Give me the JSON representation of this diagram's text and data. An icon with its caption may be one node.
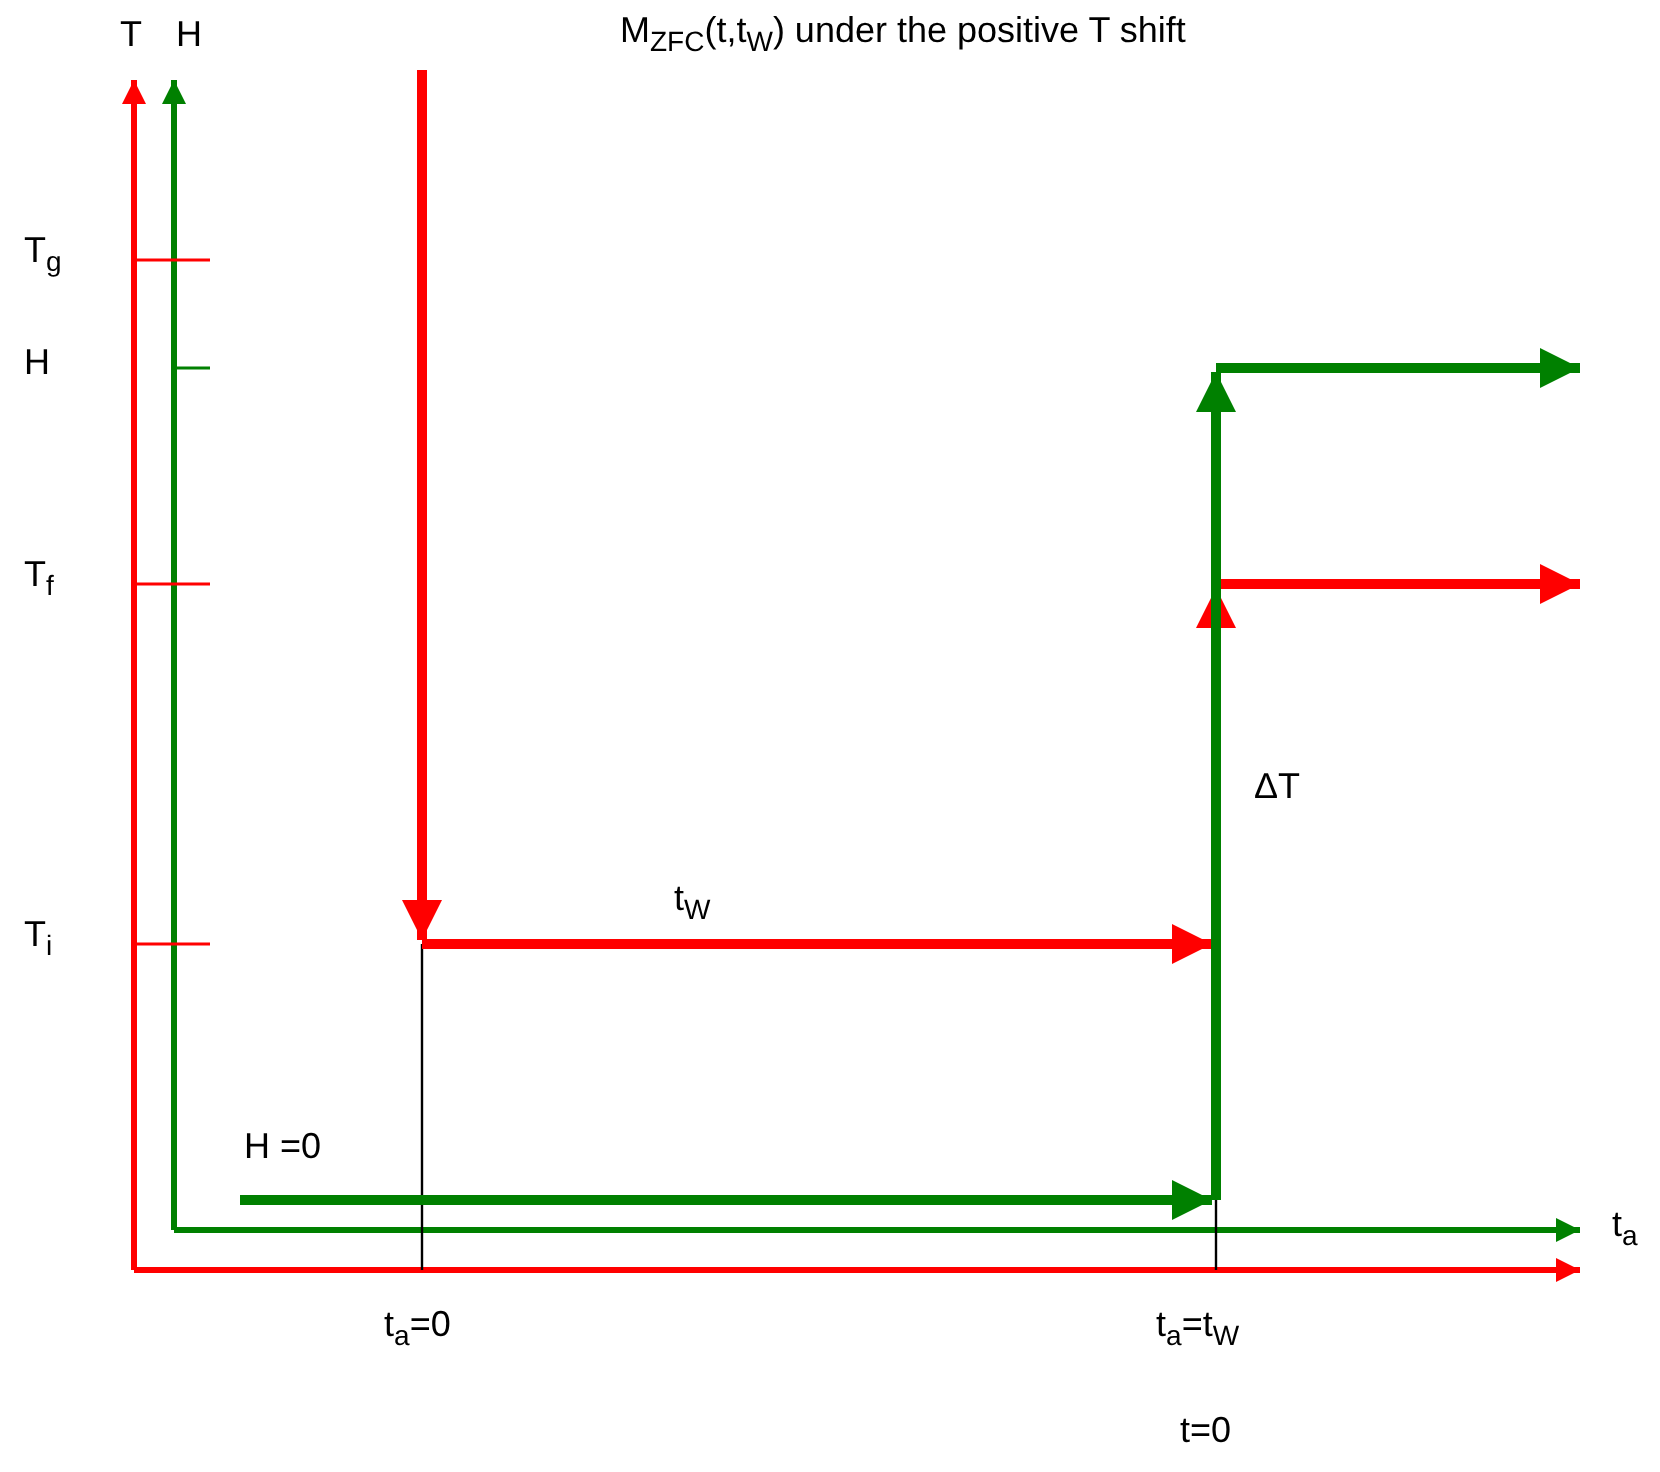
{
  "diagram": {
    "title": "M$_{ZFC}$(t,t$_{W}$) under the positive T shift",
    "labels": [
      "T",
      "H",
      "T$_{g}$",
      "H",
      "T$_{f}$",
      "T$_{i}$",
      "t$_{W}$",
      "ΔT",
      "H =0",
      "t$_{a}$",
      "t$_{a}$=0",
      "t$_{a}$=t$_{W}$",
      "t=0"
    ]
  }
}
